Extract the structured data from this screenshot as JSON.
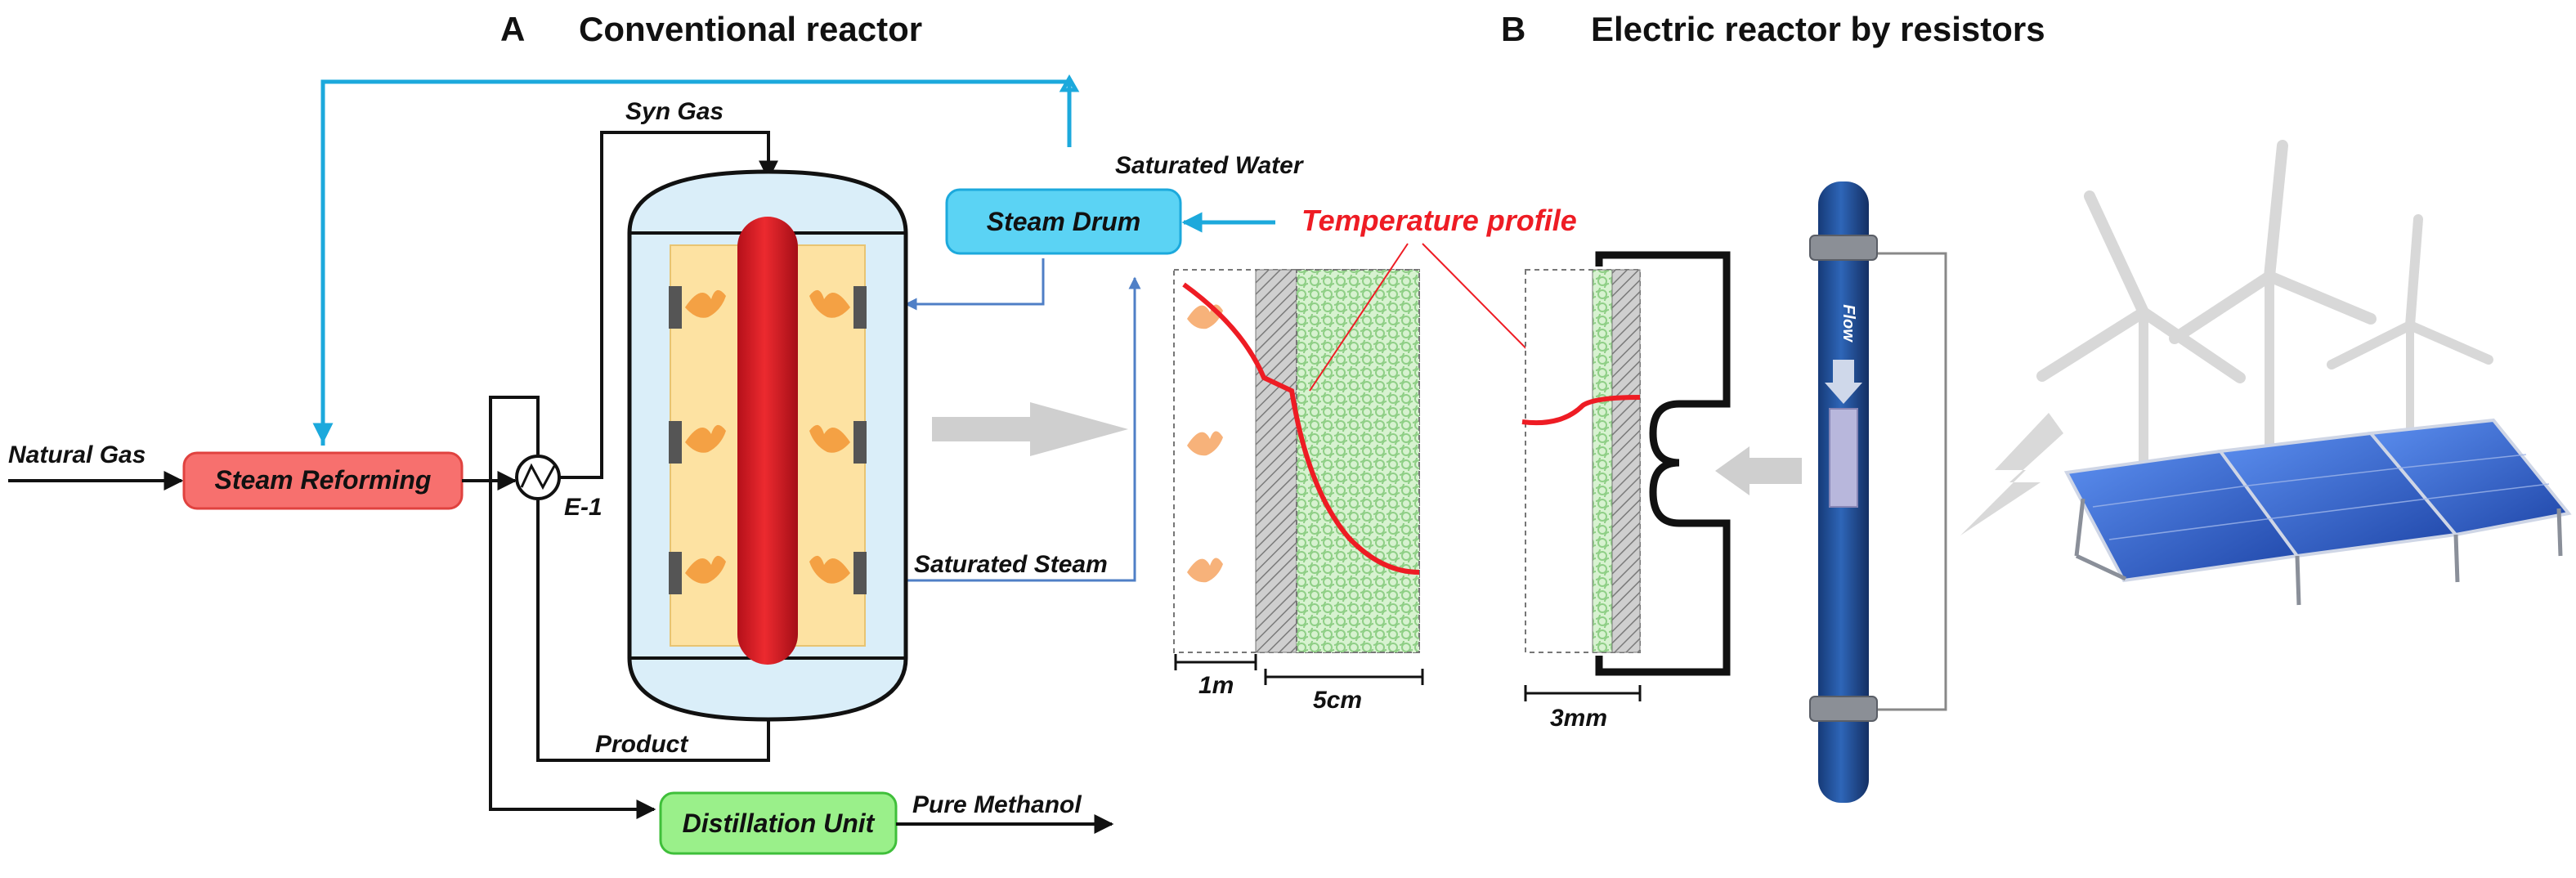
{
  "panel_a": {
    "letter": "A",
    "title": "Conventional reactor"
  },
  "panel_b": {
    "letter": "B",
    "title": "Electric reactor by resistors"
  },
  "labels": {
    "natural_gas": "Natural Gas",
    "steam_reforming": "Steam Reforming",
    "syn_gas": "Syn Gas",
    "saturated_water": "Saturated Water",
    "steam_drum": "Steam Drum",
    "e1": "E-1",
    "saturated_steam": "Saturated Steam",
    "product": "Product",
    "distillation_unit": "Distillation Unit",
    "pure_methanol": "Pure Methanol",
    "temperature_profile": "Temperature profile",
    "scale_1m": "1m",
    "scale_5cm": "5cm",
    "scale_3mm": "3mm",
    "flow": "Flow"
  },
  "colors": {
    "steam_reforming_fill": "#f7706e",
    "steam_drum_fill": "#5bd3f4",
    "distillation_fill": "#9af08a",
    "reactor_vessel": "#daeef9",
    "catalyst_bed": "#fde2a2",
    "tube_red": "#e21a22",
    "profile_red": "#ee1c24",
    "water_line": "#1ca9dc",
    "steam_line": "#4f7fc6",
    "electric_tube": "#1f4e9a",
    "panel_blue": "#2f5fc8"
  }
}
